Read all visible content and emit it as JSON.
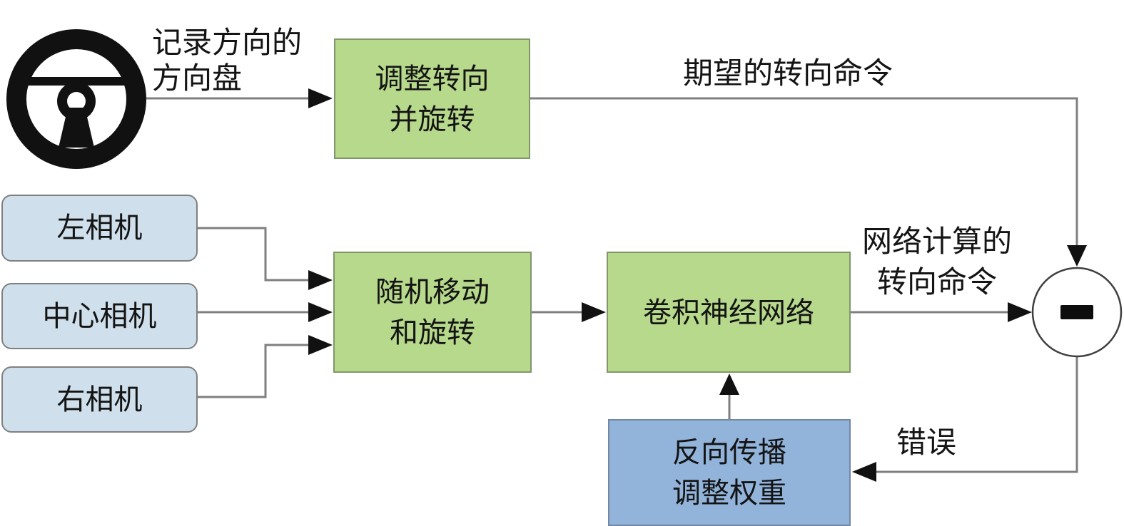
{
  "nodes": {
    "adjust": {
      "line1": "调整转向",
      "line2": "并旋转"
    },
    "random_shift": {
      "line1": "随机移动",
      "line2": "和旋转"
    },
    "cnn": {
      "label": "卷积神经网络"
    },
    "backprop": {
      "line1": "反向传播",
      "line2": "调整权重"
    },
    "camera_left": {
      "label": "左相机"
    },
    "camera_center": {
      "label": "中心相机"
    },
    "camera_right": {
      "label": "右相机"
    }
  },
  "labels": {
    "wheel_caption_line1": "记录方向的",
    "wheel_caption_line2": "方向盘",
    "desired_command": "期望的转向命令",
    "computed_command_line1": "网络计算的",
    "computed_command_line2": "转向命令",
    "error": "错误"
  },
  "icons": {
    "steering_wheel": "steering-wheel-icon",
    "comparator": "minus-icon"
  },
  "edges": [
    {
      "from": "steering-wheel",
      "to": "adjust-steering"
    },
    {
      "from": "adjust-steering",
      "to": "comparator"
    },
    {
      "from": "left-camera",
      "to": "random-shift-rotate"
    },
    {
      "from": "center-camera",
      "to": "random-shift-rotate"
    },
    {
      "from": "right-camera",
      "to": "random-shift-rotate"
    },
    {
      "from": "random-shift-rotate",
      "to": "cnn"
    },
    {
      "from": "cnn",
      "to": "comparator"
    },
    {
      "from": "comparator",
      "to": "backprop"
    },
    {
      "from": "backprop",
      "to": "cnn"
    }
  ],
  "colors": {
    "node_green_fill": "#b7d98b",
    "node_green_border": "#82966b",
    "node_blue_fill": "#92b4db",
    "node_blue_border": "#7487a3",
    "camera_fill": "#cfe0ec",
    "camera_border": "#808080",
    "connector": "#7f7f7f",
    "arrowhead": "#111111",
    "text": "#141414",
    "comparator_fill": "#ffffff",
    "comparator_border": "#3f3f3f",
    "minus": "#0d0d0d",
    "steering_wheel": "#111111",
    "background": "#ffffff"
  }
}
